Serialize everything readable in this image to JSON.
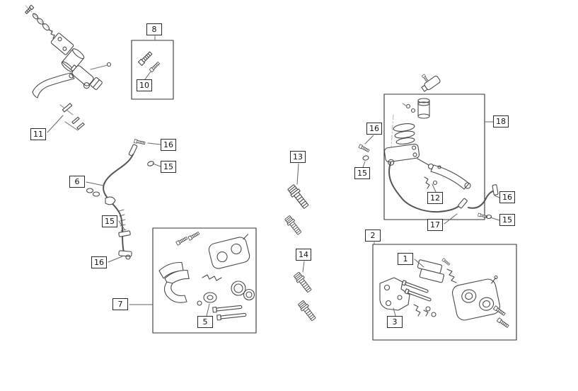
{
  "colors": {
    "background": "#ffffff",
    "line_art": "#4a4a4a",
    "callout_border": "#2b2b2b",
    "leader_line": "#666666"
  },
  "callouts": {
    "c8": "8",
    "c10": "10",
    "c11": "11",
    "c16a": "16",
    "c15a": "15",
    "c6": "6",
    "c15b": "15",
    "c16b": "16",
    "c7": "7",
    "c5": "5",
    "c13": "13",
    "c14": "14",
    "c16c": "16",
    "c15c": "15",
    "c18": "18",
    "c12": "12",
    "c16d": "16",
    "c17": "17",
    "c15d": "15",
    "c2": "2",
    "c1": "1",
    "c3": "3"
  }
}
